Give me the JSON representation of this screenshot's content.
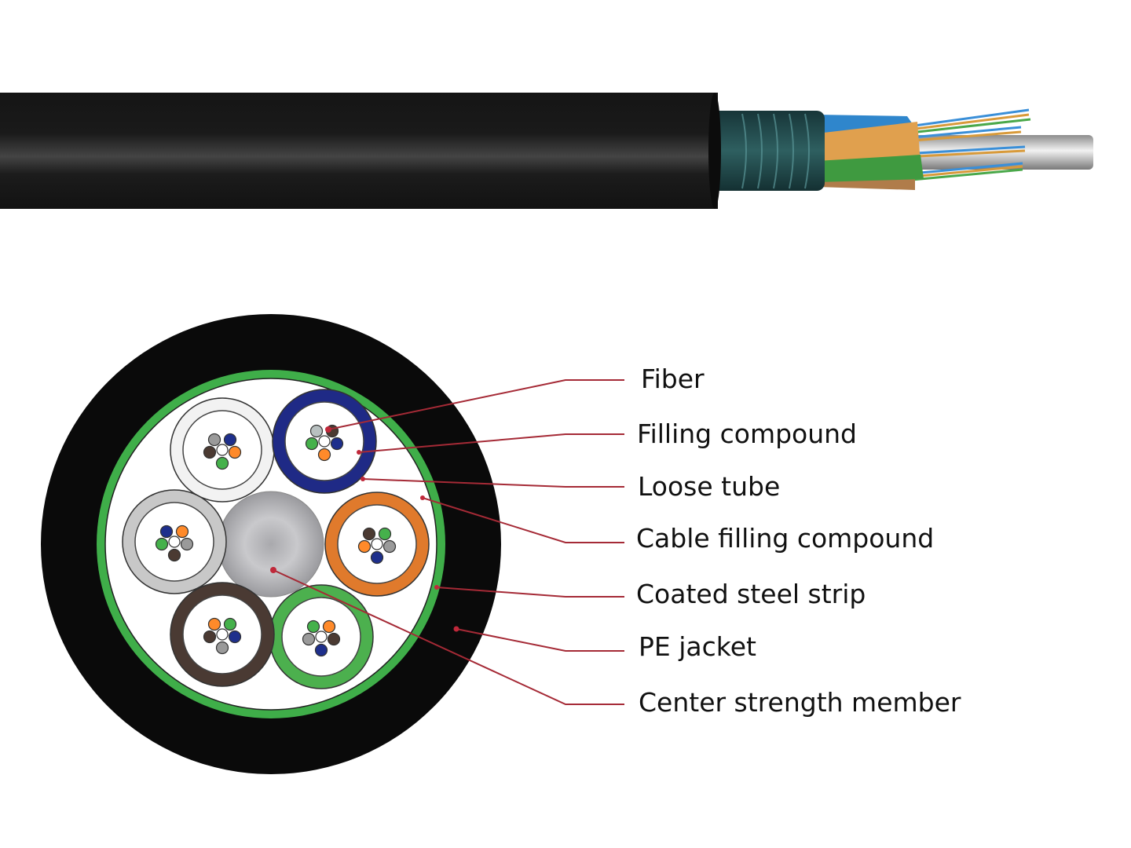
{
  "diagram": {
    "title": "Armored loose-tube fiber optic cable structure",
    "views": [
      "side-view",
      "cross-section"
    ],
    "colors": {
      "jacket": "#111111",
      "armor": "#1f4a4c",
      "strip_green": "#3fae49",
      "leader_line": "#a52a36",
      "filling": "#ffffff",
      "center_member": "#b5b5b8"
    },
    "loose_tubes": [
      {
        "color_name": "white",
        "ring": "#f2f2f2",
        "ring_stroke": "#6d6d6d",
        "fibers": [
          "#9a9a9a",
          "#1e2f8c",
          "#ff8a2a",
          "#4b3a32",
          "#45b14b"
        ]
      },
      {
        "color_name": "blue",
        "ring": "#1f2a86",
        "ring_stroke": "#1f2a86",
        "fibers": [
          "#b8c0c0",
          "#4b3a32",
          "#1e2f8c",
          "#45b14b",
          "#ff8a2a"
        ]
      },
      {
        "color_name": "orange",
        "ring": "#e07a2c",
        "ring_stroke": "#b05a18",
        "fibers": [
          "#4b3a32",
          "#45b14b",
          "#9a9a9a",
          "#ff8a2a",
          "#1e2f8c"
        ]
      },
      {
        "color_name": "green",
        "ring": "#4cb04e",
        "ring_stroke": "#2c7a2f",
        "fibers": [
          "#45b14b",
          "#ff8a2a",
          "#4b3a32",
          "#9a9a9a",
          "#1e2f8c"
        ]
      },
      {
        "color_name": "brown",
        "ring": "#4a3a33",
        "ring_stroke": "#2a201c",
        "fibers": [
          "#ff8a2a",
          "#45b14b",
          "#1e2f8c",
          "#4b3a32",
          "#9a9a9a"
        ]
      },
      {
        "color_name": "gray",
        "ring": "#c8c8c8",
        "ring_stroke": "#8a8a8a",
        "fibers": [
          "#1e2f8c",
          "#ff8a2a",
          "#9a9a9a",
          "#45b14b",
          "#4b3a32"
        ]
      }
    ],
    "labels": [
      {
        "id": "fiber",
        "text": "Fiber"
      },
      {
        "id": "filling-compound",
        "text": "Filling compound"
      },
      {
        "id": "loose-tube",
        "text": "Loose tube"
      },
      {
        "id": "cable-filling-compound",
        "text": "Cable filling compound"
      },
      {
        "id": "coated-steel-strip",
        "text": "Coated steel strip"
      },
      {
        "id": "pe-jacket",
        "text": "PE jacket"
      },
      {
        "id": "center-strength-member",
        "text": "Center strength member"
      }
    ]
  }
}
